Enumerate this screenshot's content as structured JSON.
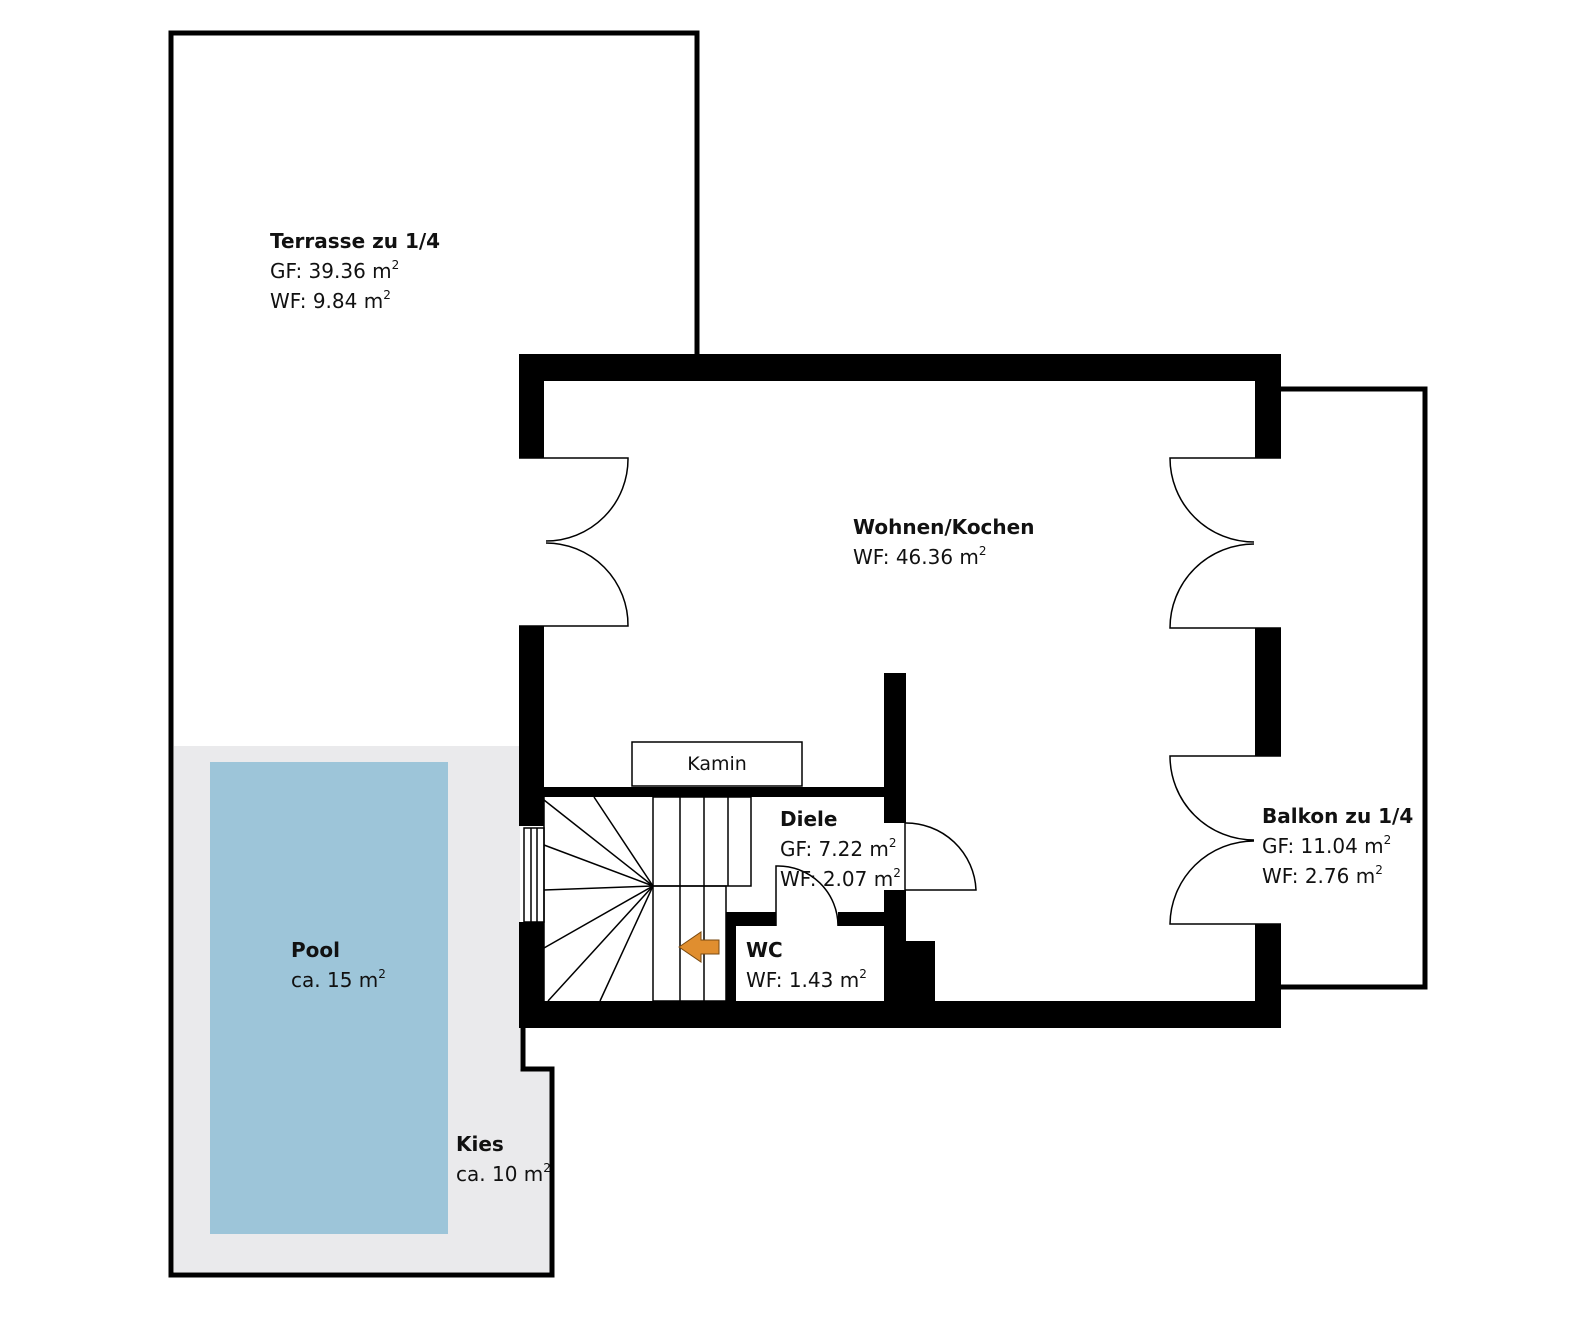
{
  "colors": {
    "wall": "#000000",
    "pool": "#9dc5d9",
    "gravel": "#eaeaec",
    "arrow": "#e08e2f",
    "background": "#ffffff"
  },
  "rooms": {
    "terrasse": {
      "name": "Terrasse zu 1/4",
      "gf": "GF: 39.36 m",
      "wf": "WF: 9.84 m",
      "unit_sup": "2"
    },
    "wohnen": {
      "name": "Wohnen/Kochen",
      "wf": "WF: 46.36 m",
      "unit_sup": "2"
    },
    "balkon": {
      "name": "Balkon zu 1/4",
      "gf": "GF: 11.04 m",
      "wf": "WF: 2.76 m",
      "unit_sup": "2"
    },
    "diele": {
      "name": "Diele",
      "gf": "GF: 7.22 m",
      "wf": "WF: 2.07 m",
      "unit_sup": "2"
    },
    "wc": {
      "name": "WC",
      "wf": "WF: 1.43 m",
      "unit_sup": "2"
    },
    "pool": {
      "name": "Pool",
      "area": "ca. 15 m",
      "unit_sup": "2"
    },
    "kies": {
      "name": "Kies",
      "area": "ca. 10 m",
      "unit_sup": "2"
    }
  },
  "fixtures": {
    "kamin": "Kamin",
    "stairs_arrow_icon": "arrow-left-icon"
  }
}
